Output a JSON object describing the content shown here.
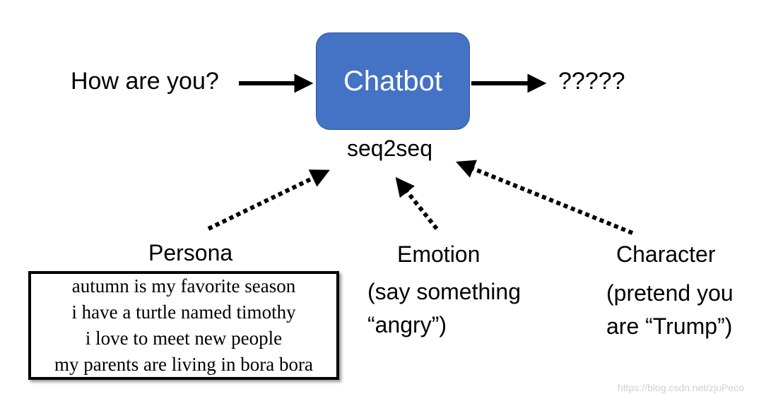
{
  "input": {
    "text": "How are you?"
  },
  "chatbot": {
    "label": "Chatbot",
    "model": "seq2seq",
    "color": "#4472C4"
  },
  "output": {
    "text": "?????"
  },
  "persona": {
    "title": "Persona",
    "lines": [
      "autumn is my favorite season",
      "i have a turtle named timothy",
      "i love to meet new people",
      "my parents are living in bora bora"
    ]
  },
  "emotion": {
    "title": "Emotion",
    "lines": [
      "(say something",
      "“angry”)"
    ]
  },
  "character": {
    "title": "Character",
    "lines": [
      "(pretend you",
      "are “Trump”)"
    ]
  },
  "watermark": "https://blog.csdn.net/zjuPeco"
}
